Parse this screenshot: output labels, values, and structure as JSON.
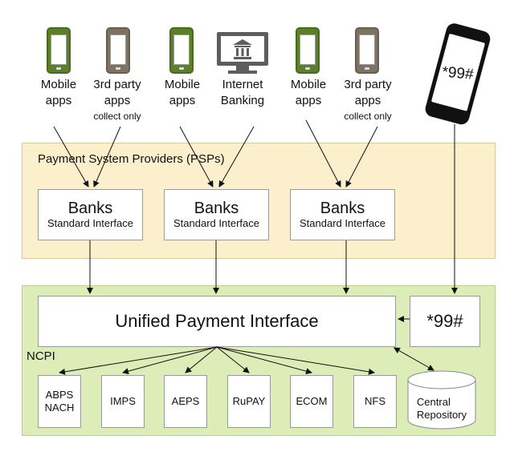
{
  "sources": [
    {
      "line1": "Mobile",
      "line2": "apps",
      "sub": ""
    },
    {
      "line1": "3rd party",
      "line2": "apps",
      "sub": "collect only"
    },
    {
      "line1": "Mobile",
      "line2": "apps",
      "sub": ""
    },
    {
      "line1": "Internet",
      "line2": "Banking",
      "sub": ""
    },
    {
      "line1": "Mobile",
      "line2": "apps",
      "sub": ""
    },
    {
      "line1": "3rd party",
      "line2": "apps",
      "sub": "collect only"
    }
  ],
  "ussd_phone_text": "*99#",
  "psp_title": "Payment System Providers (PSPs)",
  "banks": [
    {
      "title": "Banks",
      "subtitle": "Standard Interface"
    },
    {
      "title": "Banks",
      "subtitle": "Standard Interface"
    },
    {
      "title": "Banks",
      "subtitle": "Standard Interface"
    }
  ],
  "upi_label": "Unified Payment Interface",
  "ussd_box_label": "*99#",
  "npci_label": "NCPI",
  "services": [
    "ABPS\nNACH",
    "IMPS",
    "AEPS",
    "RuPAY",
    "ECOM",
    "NFS"
  ],
  "repository_label": "Central\nRepository",
  "colors": {
    "psp_panel": "#fcf0cc",
    "npci_panel": "#dcedb8",
    "phone_green": "#5c7f2a",
    "phone_brown": "#7e7361"
  }
}
